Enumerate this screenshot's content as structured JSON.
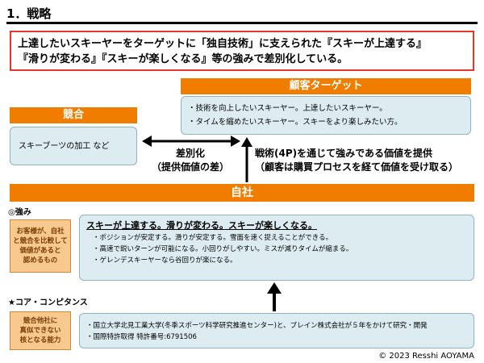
{
  "title": "1．戦略",
  "summary": {
    "line1": "上達したいスキーヤーをターゲットに「独自技術」に支えられた『スキーが上達する』",
    "line2": "『滑りが変わる』『スキーが楽しくなる』等の強みで差別化している。"
  },
  "target": {
    "header": "顧客ターゲット",
    "items": [
      "・技術を向上したいスキーヤー。上達したいスキーヤー。",
      "・タイムを縮めたいスキーヤー。スキーをより楽しみたい方。"
    ]
  },
  "competition": {
    "header": "競合",
    "text": "スキーブーツの加工  など"
  },
  "differentiation": {
    "line1": "差別化",
    "line2": "（提供価値の差）"
  },
  "tactics": {
    "line1": "戦術(4P)を通じて強みである価値を提供",
    "line2": "（顧客は購買プロセスを経て価値を受け取る）"
  },
  "company": {
    "header": "自社"
  },
  "strength": {
    "label": "◎強み",
    "side_lines": [
      "お客様が、自社",
      "と競合を比較して",
      "価値があると",
      "認めるもの"
    ],
    "headline": "スキーが上達する。滑りが変わる。スキーが楽しくなる。",
    "items": [
      "・ポジションが安定する。滑りが安定する。雪面を速く捉えることができる。",
      "・高速で鋭いターンが可能になる。小回りがしやすい。ミスが減りタイムが縮まる。",
      "・ゲレンデスキーヤーなら谷回りが楽になる。"
    ]
  },
  "core": {
    "label": "★コア・コンピタンス",
    "side_lines": [
      "競合他社に",
      "真似できない",
      "核となる能力"
    ],
    "items": [
      "・国立大学北見工業大学(冬季スポーツ科学研究推進センター)と、ブレイン株式会社が５年をかけて研究・開発",
      "・国際特許取得  特許番号:6791506"
    ]
  },
  "copyright": "© 2023 Resshi AOYAMA",
  "colors": {
    "orange": "#f07c00",
    "red_border": "#e8352a",
    "light_blue": "#dcecf1",
    "light_orange": "#f7c98f"
  }
}
